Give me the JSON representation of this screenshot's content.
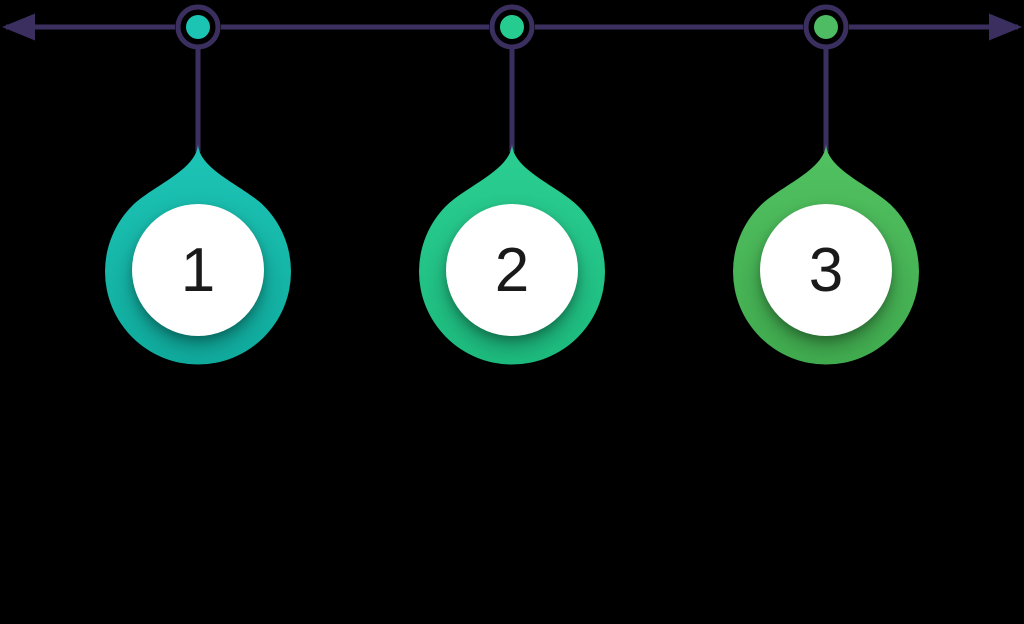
{
  "diagram": {
    "type": "timeline-infographic",
    "background_color": "#000000",
    "axis": {
      "color": "#3b2f5f",
      "orientation": "horizontal",
      "left_arrow": "arrow-left",
      "right_arrow": "arrow-right"
    },
    "circle_fill": "#ffffff",
    "number_color": "#1a1a1a",
    "milestones": [
      {
        "number": "1",
        "drop_color_top": "#1dc4b5",
        "drop_color_bottom": "#10ac9e",
        "node_dot_color": "#1cc4b3"
      },
      {
        "number": "2",
        "drop_color_top": "#2bce92",
        "drop_color_bottom": "#1dbb7e",
        "node_dot_color": "#26cc8f"
      },
      {
        "number": "3",
        "drop_color_top": "#51c161",
        "drop_color_bottom": "#41ac4f",
        "node_dot_color": "#4ebc63"
      }
    ]
  }
}
